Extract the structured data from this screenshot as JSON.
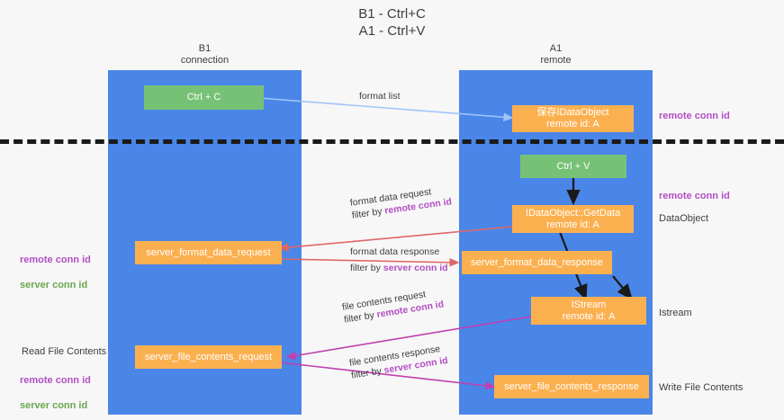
{
  "title": "B1 - Ctrl+C\nA1 - Ctrl+V",
  "columns": {
    "left": {
      "name": "B1",
      "role": "connection",
      "label": "B1\nconnection"
    },
    "right": {
      "name": "A1",
      "role": "remote",
      "label": "A1\nremote"
    }
  },
  "colors": {
    "lane": "#4a86e8",
    "green_box": "#77c176",
    "orange_box": "#fbb050",
    "purple_text": "#b24fc4",
    "green_text": "#6aa84f",
    "dark_text": "#3c4043",
    "arrow_blue": "#9fc5f8",
    "arrow_red": "#e06666",
    "arrow_magenta": "#c13fb0",
    "arrow_black": "#1a1a1a",
    "divider": "#1a1a1a",
    "background": "#f7f7f7"
  },
  "boxes": [
    {
      "id": "ctrl-c",
      "lane": "left",
      "type": "green",
      "text": "Ctrl + C"
    },
    {
      "id": "save-idataobject",
      "lane": "right",
      "type": "orange",
      "text": "保存IDataObject\nremote id: A"
    },
    {
      "id": "ctrl-v",
      "lane": "right",
      "type": "green",
      "text": "Ctrl + V"
    },
    {
      "id": "idataobject-getdata",
      "lane": "right",
      "type": "orange",
      "text": "IDataObject::GetData\nremote id: A"
    },
    {
      "id": "server-format-data-request",
      "lane": "left",
      "type": "orange",
      "text": "server_format_data_request"
    },
    {
      "id": "server-format-data-response",
      "lane": "right",
      "type": "orange",
      "text": "server_format_data_response"
    },
    {
      "id": "istream",
      "lane": "right",
      "type": "orange",
      "text": "IStream\nremote id: A"
    },
    {
      "id": "server-file-contents-request",
      "lane": "left",
      "type": "orange",
      "text": "server_file_contents_request"
    },
    {
      "id": "server-file-contents-response",
      "lane": "right",
      "type": "orange",
      "text": "server_file_contents_response"
    }
  ],
  "right_labels": [
    {
      "id": "remote-conn-id-top",
      "text": "remote conn id",
      "style": "purple"
    },
    {
      "id": "remote-conn-id-mid",
      "text": "remote conn id",
      "style": "purple"
    },
    {
      "id": "dataobject",
      "text": "DataObject",
      "style": "dark"
    },
    {
      "id": "istream-label",
      "text": "Istream",
      "style": "dark"
    },
    {
      "id": "write-file-contents",
      "text": "Write File Contents",
      "style": "dark"
    }
  ],
  "left_labels": [
    {
      "id": "conn-ids-format",
      "lines": [
        {
          "text": "remote conn id",
          "style": "purple"
        },
        {
          "text": "server conn id",
          "style": "green"
        }
      ]
    },
    {
      "id": "read-file-contents",
      "lines": [
        {
          "text": "Read File Contents",
          "style": "dark"
        }
      ]
    },
    {
      "id": "conn-ids-file",
      "lines": [
        {
          "text": "remote conn id",
          "style": "purple"
        },
        {
          "text": "server conn id",
          "style": "green"
        }
      ]
    }
  ],
  "edges": [
    {
      "id": "format-list",
      "line1": "format list",
      "line1_hl": "",
      "line2": "",
      "line2_hl": "",
      "color": "#9fc5f8",
      "direction": "left-to-right"
    },
    {
      "id": "format-data-request",
      "line1": "format data request",
      "line2_prefix": "filter by ",
      "line2_hl": "remote conn id",
      "color": "#e06666",
      "direction": "right-to-left"
    },
    {
      "id": "format-data-response",
      "line1": "format data response",
      "line2_prefix": "filter by ",
      "line2_hl": "server conn id",
      "color": "#e06666",
      "direction": "left-to-right"
    },
    {
      "id": "file-contents-request",
      "line1": "file contents request",
      "line2_prefix": "filter by ",
      "line2_hl": "remote conn id",
      "color": "#c13fb0",
      "direction": "right-to-left"
    },
    {
      "id": "file-contents-response",
      "line1": "file contents response",
      "line2_prefix": "filter by ",
      "line2_hl": "server conn id",
      "color": "#c13fb0",
      "direction": "left-to-right"
    }
  ]
}
